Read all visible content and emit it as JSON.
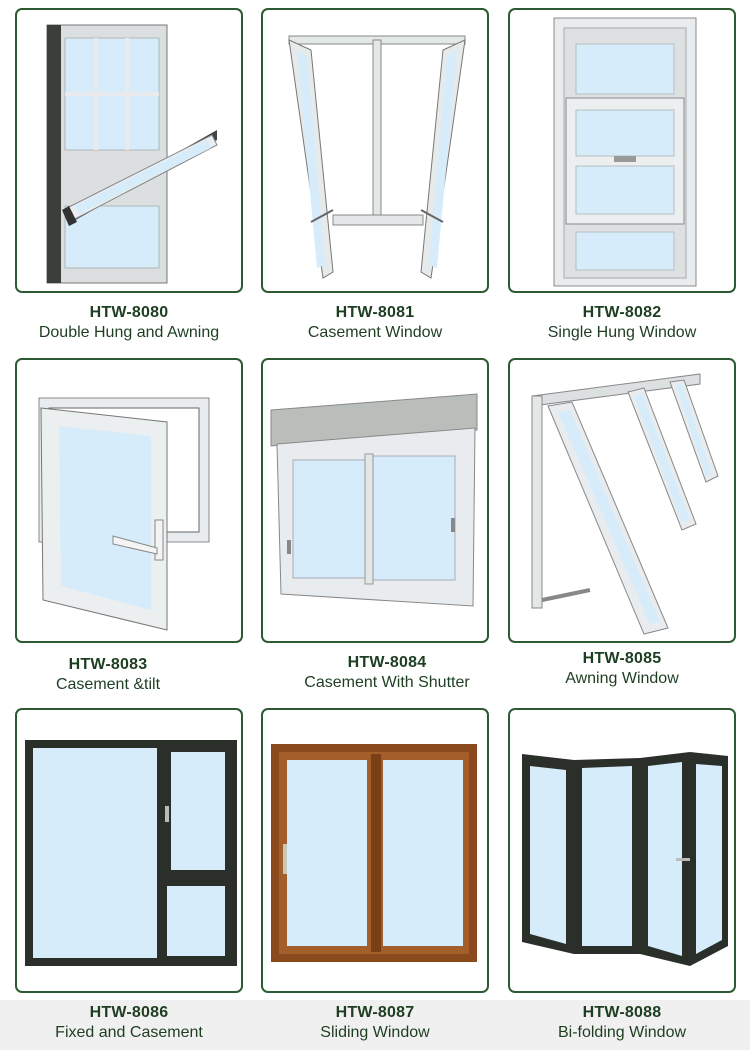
{
  "products": [
    {
      "code": "HTW-8080",
      "name": "Double Hung and Awning",
      "illustration": "double-hung-awning-window-icon"
    },
    {
      "code": "HTW-8081",
      "name": "Casement Window",
      "illustration": "casement-window-icon"
    },
    {
      "code": "HTW-8082",
      "name": "Single Hung Window",
      "illustration": "single-hung-window-icon"
    },
    {
      "code": "HTW-8083",
      "name": "Casement &tilt",
      "illustration": "casement-tilt-window-icon"
    },
    {
      "code": "HTW-8084",
      "name": "Casement With Shutter",
      "illustration": "casement-shutter-window-icon"
    },
    {
      "code": "HTW-8085",
      "name": "Awning Window",
      "illustration": "awning-window-icon"
    },
    {
      "code": "HTW-8086",
      "name": "Fixed and Casement",
      "illustration": "fixed-casement-window-icon"
    },
    {
      "code": "HTW-8087",
      "name": "Sliding Window",
      "illustration": "sliding-window-icon"
    },
    {
      "code": "HTW-8088",
      "name": "Bi-folding Window",
      "illustration": "bi-folding-window-icon"
    }
  ],
  "colors": {
    "border": "#2c5a32",
    "text": "#1e3e22",
    "glass": "#d6ecfa",
    "frame_white": "#e9ecee",
    "frame_dark": "#2a2f2a",
    "frame_wood": "#8a4a1e"
  }
}
